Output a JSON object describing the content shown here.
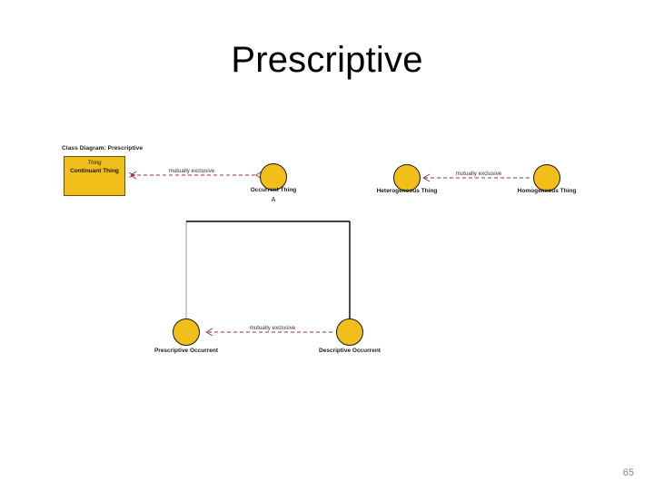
{
  "slide": {
    "title": "Prescriptive",
    "page_number": "65",
    "background_color": "#ffffff"
  },
  "diagram": {
    "caption": "Class Diagram: Prescriptive",
    "colors": {
      "node_fill": "#F2BE1A",
      "node_stroke": "#151515",
      "relation_line": "#A03030",
      "generalization_line": "#000000",
      "caption_text": "#1a1a1a"
    },
    "class_boxes": [
      {
        "stereotype": "Thing",
        "name": "Continuant Thing",
        "fill": "#F2BE1A"
      }
    ],
    "nodes": [
      {
        "label": "Occurrent Thing",
        "sublabel": "A",
        "fill": "#F2BE1A"
      },
      {
        "label": "Heterogeneous Thing",
        "sublabel": "",
        "fill": "#F2BE1A"
      },
      {
        "label": "Homogeneous Thing",
        "sublabel": "",
        "fill": "#F2BE1A"
      },
      {
        "label": "Prescriptive Occurrent",
        "sublabel": "",
        "fill": "#F2BE1A"
      },
      {
        "label": "Descriptive Occurrent",
        "sublabel": "",
        "fill": "#F2BE1A"
      }
    ],
    "relations": [
      {
        "label": "mutually exclusive",
        "from": "Occurrent Thing",
        "to": "Continuant Thing",
        "style": "dashed",
        "color": "#A03030"
      },
      {
        "label": "mutually exclusive",
        "from": "Homogeneous Thing",
        "to": "Heterogeneous Thing",
        "style": "dashed",
        "color": "#A03030"
      },
      {
        "label": "mutually exclusive",
        "from": "Descriptive Occurrent",
        "to": "Prescriptive Occurrent",
        "style": "dashed",
        "color": "#A03030"
      }
    ],
    "generalization": {
      "parent": "Occurrent Thing",
      "children": [
        "Prescriptive Occurrent",
        "Descriptive Occurrent"
      ],
      "style": "solid",
      "color": "#000000"
    }
  }
}
